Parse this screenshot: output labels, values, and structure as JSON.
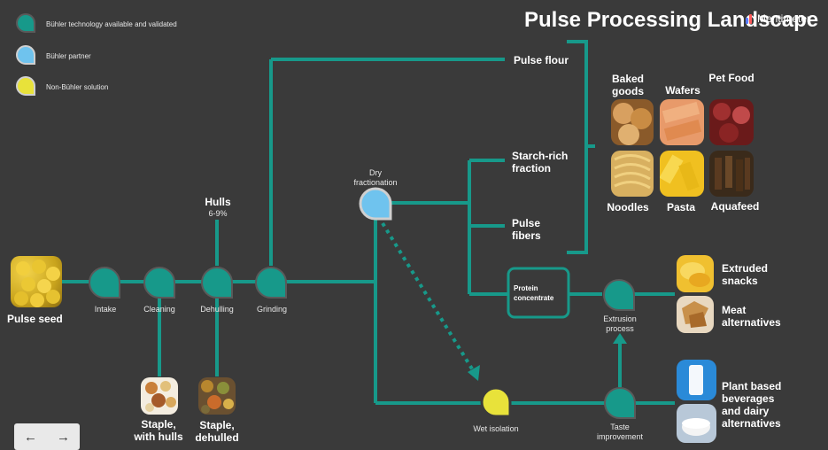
{
  "title": "Pulse Processing Landscape",
  "brand": "Mentimeter",
  "colors": {
    "background": "#3a3a3a",
    "teal": "#17998a",
    "blue": "#6fc3ee",
    "yellow": "#e8e23a"
  },
  "legend": [
    {
      "label": "Bühler technology available and validated",
      "color": "#17998a"
    },
    {
      "label": "Bühler partner",
      "color": "#6fc3ee"
    },
    {
      "label": "Non-Bühler solution",
      "color": "#e8e23a"
    }
  ],
  "input": {
    "label": "Pulse seed"
  },
  "steps": {
    "intake": "Intake",
    "cleaning": "Cleaning",
    "dehulling": "Dehulling",
    "grinding": "Grinding"
  },
  "hulls": {
    "label": "Hulls",
    "value": "6-9%"
  },
  "staples": {
    "with_hulls": "Staple, with hulls",
    "dehulled": "Staple, dehulled"
  },
  "dry_fractionation": "Dry fractionation",
  "outputs": {
    "pulse_flour": "Pulse flour",
    "starch_rich": "Starch-rich fraction",
    "pulse_fibers": "Pulse fibers",
    "protein_concentrate": "Protein concentrate"
  },
  "processes": {
    "extrusion": "Extrusion process",
    "wet_isolation": "Wet isolation",
    "taste": "Taste improvement"
  },
  "products": {
    "baked_goods": "Baked goods",
    "wafers": "Wafers",
    "pet_food": "Pet Food",
    "noodles": "Noodles",
    "pasta": "Pasta",
    "aquafeed": "Aquafeed",
    "extruded_snacks": "Extruded snacks",
    "meat_alternatives": "Meat alternatives",
    "plant_beverages": "Plant based beverages and dairy alternatives"
  },
  "nav": {
    "prev": "←",
    "next": "→"
  }
}
